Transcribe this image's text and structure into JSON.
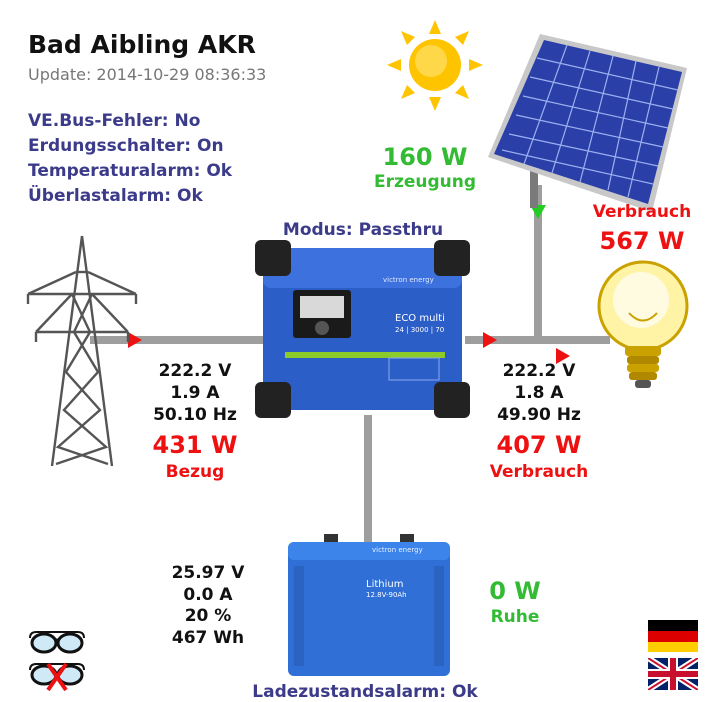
{
  "header": {
    "title": "Bad Aibling AKR",
    "update": "Update: 2014-10-29 08:36:33"
  },
  "status": [
    "VE.Bus-Fehler: No",
    "Erdungsschalter: On",
    "Temperaturalarm: Ok",
    "Überlastalarm: Ok"
  ],
  "pv": {
    "power": "160 W",
    "label": "Erzeugung"
  },
  "consumption_top": {
    "label": "Verbrauch",
    "power": "567 W"
  },
  "inverter": {
    "mode": "Modus: Passthru",
    "brand_text": "victron energy",
    "model_line1": "ECO multi",
    "model_line2": "24 | 3000 | 70"
  },
  "grid": {
    "voltage": "222.2 V",
    "current": "1.9 A",
    "frequency": "50.10 Hz",
    "power": "431 W",
    "label": "Bezug"
  },
  "ac_out": {
    "voltage": "222.2 V",
    "current": "1.8 A",
    "frequency": "49.90 Hz",
    "power": "407 W",
    "label": "Verbrauch"
  },
  "battery": {
    "voltage": "25.97 V",
    "current": "0.0 A",
    "soc": "20 %",
    "energy": "467 Wh",
    "brand_text": "victron energy",
    "model_line1": "Lithium",
    "model_line2": "12.8V-90Ah"
  },
  "battery_power": {
    "power": "0 W",
    "label": "Ruhe"
  },
  "battery_alarm": "Ladezustandsalarm: Ok",
  "colors": {
    "accent_red": "#ee1111",
    "accent_green": "#33bb33",
    "status_blue": "#3b3b8a",
    "line_gray": "#9e9e9e"
  }
}
